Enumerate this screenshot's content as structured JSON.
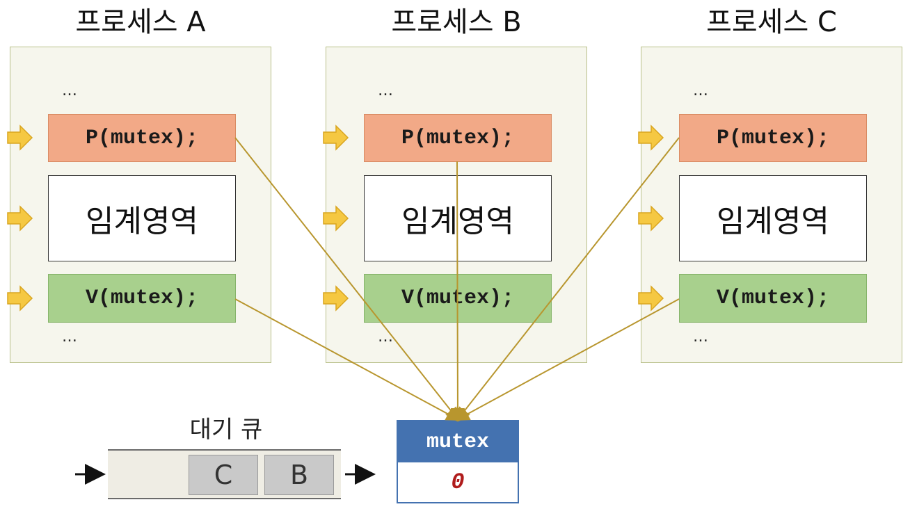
{
  "processes": [
    {
      "title": "프로세스 A",
      "dots_top": "…",
      "p_code": "P(mutex);",
      "critical": "임계영역",
      "v_code": "V(mutex);",
      "dots_bottom": "…"
    },
    {
      "title": "프로세스 B",
      "dots_top": "…",
      "p_code": "P(mutex);",
      "critical": "임계영역",
      "v_code": "V(mutex);",
      "dots_bottom": "…"
    },
    {
      "title": "프로세스 C",
      "dots_top": "…",
      "p_code": "P(mutex);",
      "critical": "임계영역",
      "v_code": "V(mutex);",
      "dots_bottom": "…"
    }
  ],
  "wait_queue": {
    "label": "대기 큐",
    "items": [
      "C",
      "B"
    ]
  },
  "mutex": {
    "name": "mutex",
    "value": "0"
  },
  "colors": {
    "p_block": "#f2a987",
    "v_block": "#a8d08d",
    "mutex_header": "#4472b0",
    "mutex_value": "#b01c1c",
    "connector_line": "#b8962e",
    "pointer_arrow": "#f5c842"
  }
}
